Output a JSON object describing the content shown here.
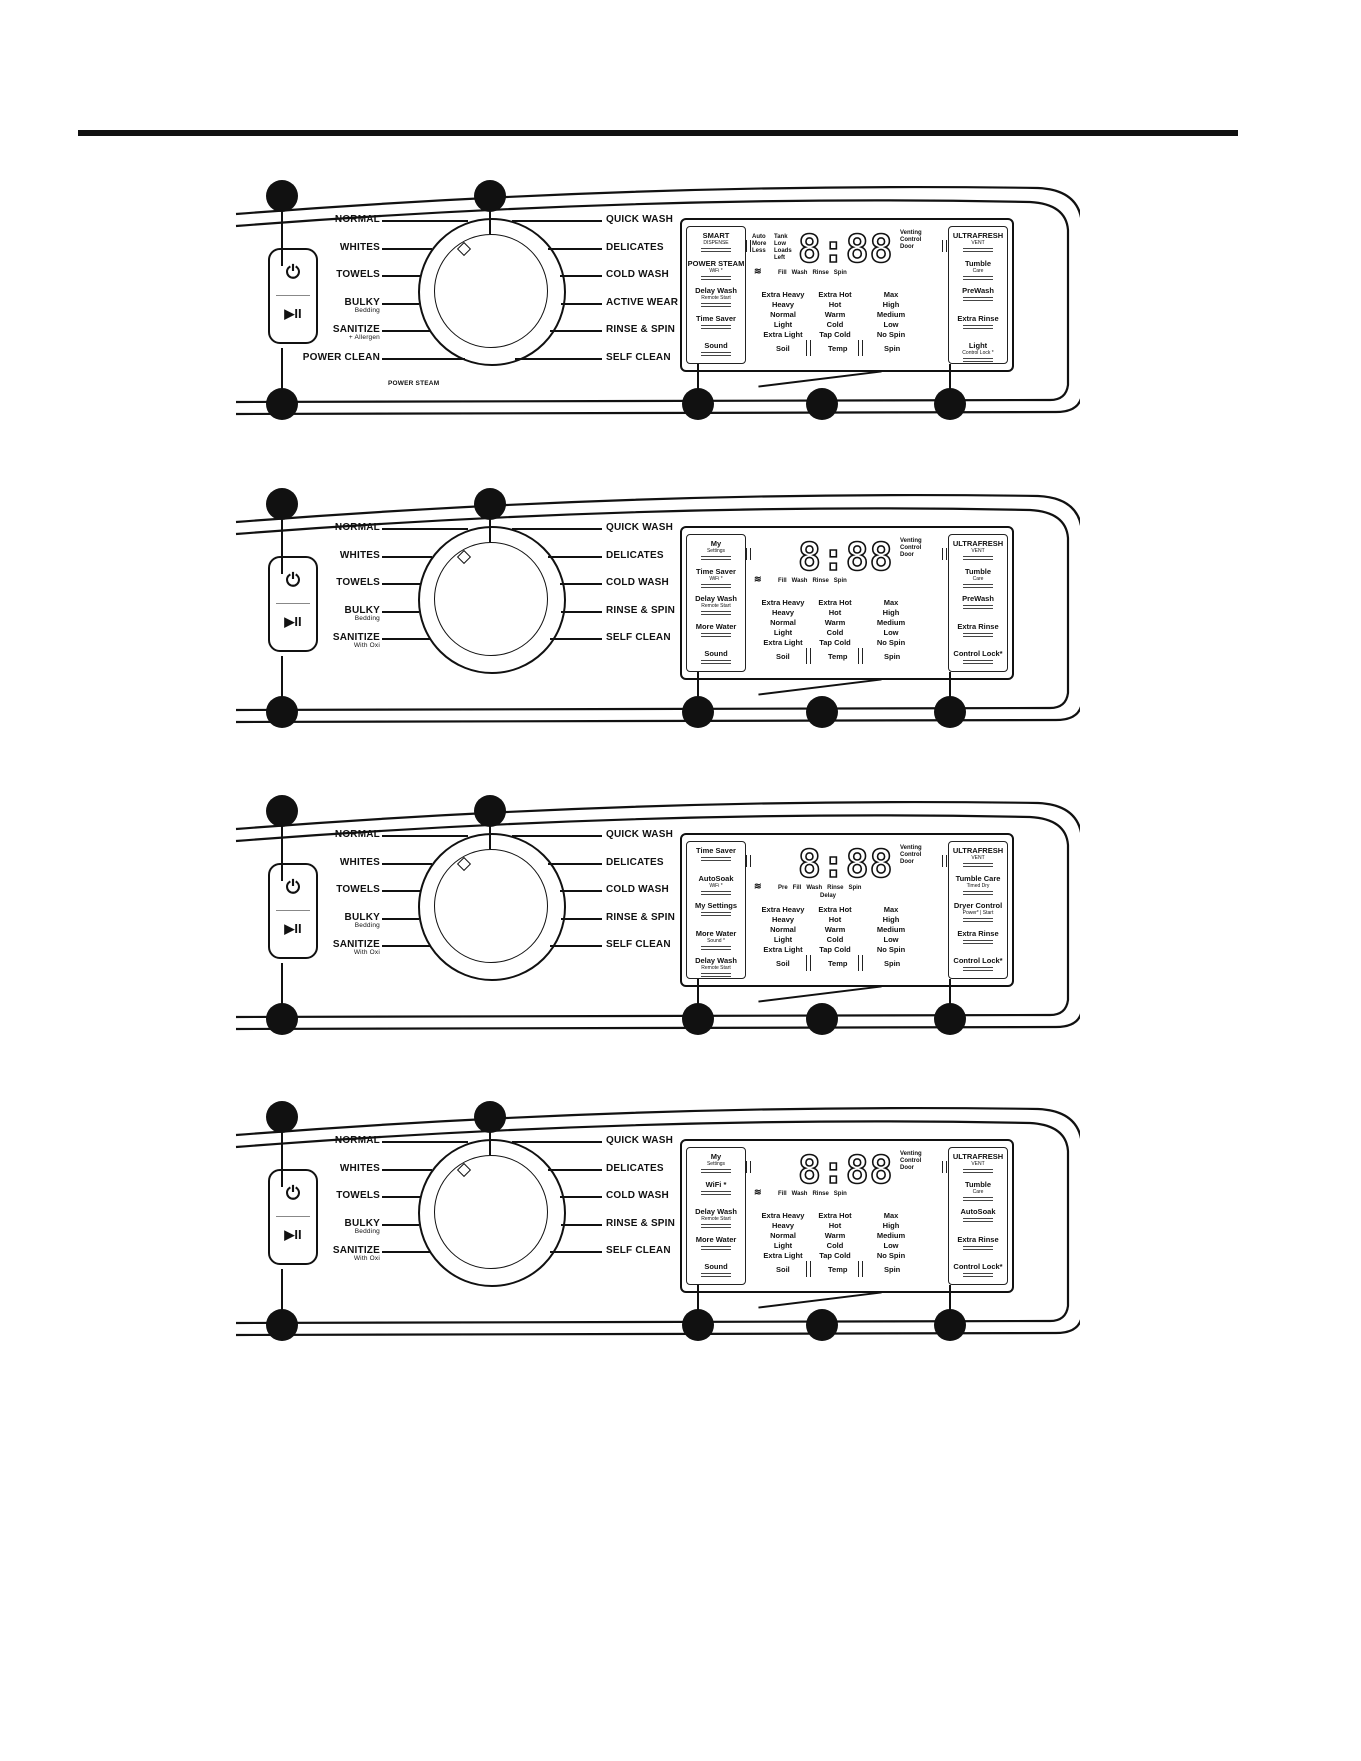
{
  "panels": [
    {
      "left_cycles": [
        {
          "label": "NORMAL"
        },
        {
          "label": "WHITES"
        },
        {
          "label": "TOWELS"
        },
        {
          "label": "BULKY",
          "sub": "Bedding"
        },
        {
          "label": "SANITIZE",
          "sub": "+ Allergen"
        },
        {
          "label": "POWER CLEAN"
        }
      ],
      "dial_sub": "POWER STEAM",
      "right_cycles": [
        {
          "label": "QUICK WASH"
        },
        {
          "label": "DELICATES"
        },
        {
          "label": "COLD WASH"
        },
        {
          "label": "ACTIVE WEAR"
        },
        {
          "label": "RINSE & SPIN"
        },
        {
          "label": "SELF CLEAN"
        }
      ],
      "left_options": [
        {
          "label": "SMART",
          "sub": "DISPENSE"
        },
        {
          "label": "POWER STEAM",
          "sub": "WiFi *"
        },
        {
          "label": "Delay Wash",
          "sub": "Remote Start"
        },
        {
          "label": "Time Saver",
          "sub": ""
        },
        {
          "label": "Sound",
          "sub": ""
        }
      ],
      "status_left": [
        "Auto",
        "More",
        "Less"
      ],
      "tank": [
        "Tank",
        "Low",
        "Loads",
        "Left"
      ],
      "digits": "8:88",
      "stages": "Fill   Wash   Rinse   Spin",
      "locks": [
        "Venting",
        "Control",
        "Door"
      ],
      "soil": [
        "Extra Heavy",
        "Heavy",
        "Normal",
        "Light",
        "Extra Light"
      ],
      "temp": [
        "Extra Hot",
        "Hot",
        "Warm",
        "Cold",
        "Tap Cold"
      ],
      "spin": [
        "Max",
        "High",
        "Medium",
        "Low",
        "No Spin"
      ],
      "bottom_buttons": [
        "Soil",
        "Temp",
        "Spin"
      ],
      "right_options": [
        {
          "label": "ULTRAFRESH",
          "sub": "VENT"
        },
        {
          "label": "Tumble",
          "sub": "Care"
        },
        {
          "label": "PreWash",
          "sub": ""
        },
        {
          "label": "Extra Rinse",
          "sub": ""
        },
        {
          "label": "Light",
          "sub": "Control Lock *"
        }
      ]
    },
    {
      "left_cycles": [
        {
          "label": "NORMAL"
        },
        {
          "label": "WHITES"
        },
        {
          "label": "TOWELS"
        },
        {
          "label": "BULKY",
          "sub": "Bedding"
        },
        {
          "label": "SANITIZE",
          "sub": "With Oxi"
        }
      ],
      "dial_sub": "",
      "right_cycles": [
        {
          "label": "QUICK WASH"
        },
        {
          "label": "DELICATES"
        },
        {
          "label": "COLD WASH"
        },
        {
          "label": "RINSE & SPIN"
        },
        {
          "label": "SELF CLEAN"
        }
      ],
      "left_options": [
        {
          "label": "My",
          "sub": "Settings"
        },
        {
          "label": "Time Saver",
          "sub": "WiFi *"
        },
        {
          "label": "Delay Wash",
          "sub": "Remote Start"
        },
        {
          "label": "More Water",
          "sub": ""
        },
        {
          "label": "Sound",
          "sub": ""
        }
      ],
      "status_left": [],
      "tank": [],
      "digits": "8:88",
      "stages": "Fill   Wash   Rinse   Spin",
      "locks": [
        "Venting",
        "Control",
        "Door"
      ],
      "soil": [
        "Extra Heavy",
        "Heavy",
        "Normal",
        "Light",
        "Extra Light"
      ],
      "temp": [
        "Extra Hot",
        "Hot",
        "Warm",
        "Cold",
        "Tap Cold"
      ],
      "spin": [
        "Max",
        "High",
        "Medium",
        "Low",
        "No Spin"
      ],
      "bottom_buttons": [
        "Soil",
        "Temp",
        "Spin"
      ],
      "right_options": [
        {
          "label": "ULTRAFRESH",
          "sub": "VENT"
        },
        {
          "label": "Tumble",
          "sub": "Care"
        },
        {
          "label": "PreWash",
          "sub": ""
        },
        {
          "label": "Extra Rinse",
          "sub": ""
        },
        {
          "label": "Control Lock*",
          "sub": ""
        }
      ]
    },
    {
      "left_cycles": [
        {
          "label": "NORMAL"
        },
        {
          "label": "WHITES"
        },
        {
          "label": "TOWELS"
        },
        {
          "label": "BULKY",
          "sub": "Bedding"
        },
        {
          "label": "SANITIZE",
          "sub": "With Oxi"
        }
      ],
      "dial_sub": "",
      "right_cycles": [
        {
          "label": "QUICK WASH"
        },
        {
          "label": "DELICATES"
        },
        {
          "label": "COLD WASH"
        },
        {
          "label": "RINSE & SPIN"
        },
        {
          "label": "SELF CLEAN"
        }
      ],
      "left_options": [
        {
          "label": "Time Saver",
          "sub": ""
        },
        {
          "label": "AutoSoak",
          "sub": "WiFi *"
        },
        {
          "label": "My Settings",
          "sub": ""
        },
        {
          "label": "More Water",
          "sub": "Sound *"
        },
        {
          "label": "Delay Wash",
          "sub": "Remote Start"
        }
      ],
      "status_left": [],
      "tank": [],
      "digits": "8:88",
      "stages": "Pre   Fill   Wash   Rinse   Spin",
      "stages_sub": "Delay",
      "locks": [
        "Venting",
        "Control",
        "Door"
      ],
      "soil": [
        "Extra Heavy",
        "Heavy",
        "Normal",
        "Light",
        "Extra Light"
      ],
      "temp": [
        "Extra Hot",
        "Hot",
        "Warm",
        "Cold",
        "Tap Cold"
      ],
      "spin": [
        "Max",
        "High",
        "Medium",
        "Low",
        "No Spin"
      ],
      "bottom_buttons": [
        "Soil",
        "Temp",
        "Spin"
      ],
      "right_options": [
        {
          "label": "ULTRAFRESH",
          "sub": "VENT"
        },
        {
          "label": "Tumble Care",
          "sub": "Timed Dry"
        },
        {
          "label": "Dryer Control",
          "sub": "Power* | Start"
        },
        {
          "label": "Extra Rinse",
          "sub": ""
        },
        {
          "label": "Control Lock*",
          "sub": ""
        }
      ]
    },
    {
      "left_cycles": [
        {
          "label": "NORMAL"
        },
        {
          "label": "WHITES"
        },
        {
          "label": "TOWELS"
        },
        {
          "label": "BULKY",
          "sub": "Bedding"
        },
        {
          "label": "SANITIZE",
          "sub": "With Oxi"
        }
      ],
      "dial_sub": "",
      "right_cycles": [
        {
          "label": "QUICK WASH"
        },
        {
          "label": "DELICATES"
        },
        {
          "label": "COLD WASH"
        },
        {
          "label": "RINSE & SPIN"
        },
        {
          "label": "SELF CLEAN"
        }
      ],
      "left_options": [
        {
          "label": "My",
          "sub": "Settings"
        },
        {
          "label": "WiFi *",
          "sub": ""
        },
        {
          "label": "Delay Wash",
          "sub": "Remote Start"
        },
        {
          "label": "More Water",
          "sub": ""
        },
        {
          "label": "Sound",
          "sub": ""
        }
      ],
      "status_left": [],
      "tank": [],
      "digits": "8:88",
      "stages": "Fill   Wash   Rinse   Spin",
      "locks": [
        "Venting",
        "Control",
        "Door"
      ],
      "soil": [
        "Extra Heavy",
        "Heavy",
        "Normal",
        "Light",
        "Extra Light"
      ],
      "temp": [
        "Extra Hot",
        "Hot",
        "Warm",
        "Cold",
        "Tap Cold"
      ],
      "spin": [
        "Max",
        "High",
        "Medium",
        "Low",
        "No Spin"
      ],
      "bottom_buttons": [
        "Soil",
        "Temp",
        "Spin"
      ],
      "right_options": [
        {
          "label": "ULTRAFRESH",
          "sub": "VENT"
        },
        {
          "label": "Tumble",
          "sub": "Care"
        },
        {
          "label": "AutoSoak",
          "sub": ""
        },
        {
          "label": "Extra Rinse",
          "sub": ""
        },
        {
          "label": "Control Lock*",
          "sub": ""
        }
      ]
    }
  ],
  "icons": {
    "power": "power-icon",
    "start_pause": "play-pause-icon"
  },
  "glyphs": {
    "power": "⏻",
    "play_pause": "▶II"
  }
}
